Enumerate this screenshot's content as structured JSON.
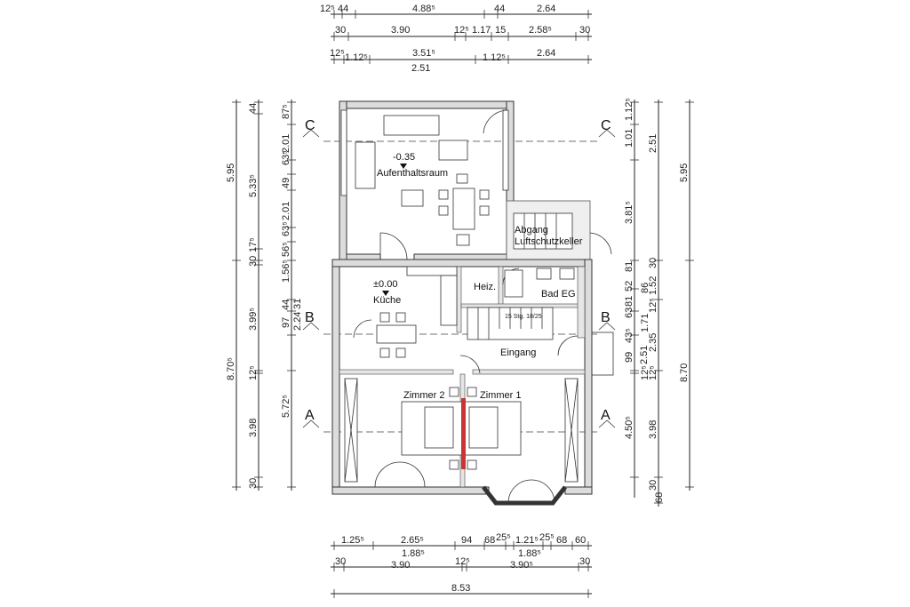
{
  "dims_top": {
    "r1": [
      "12⁵",
      "44",
      "4.88⁵",
      "44",
      "2.64"
    ],
    "r2": [
      "30",
      "3.90",
      "12⁵",
      "1.17",
      "15",
      "2.58⁵",
      "30"
    ],
    "r3": [
      "12⁵",
      "1.12⁵",
      "3.51⁵",
      "1.12⁵",
      "2.64"
    ],
    "r3b": "2.51"
  },
  "dims_bottom": {
    "r1": [
      "1.25⁵",
      "2.65⁵",
      "94",
      "68",
      "25⁵",
      "1.21⁵",
      "25⁵",
      "68",
      "60"
    ],
    "r1b": [
      "1.88⁵",
      "1.88⁵"
    ],
    "r2": [
      "30",
      "3.90",
      "12⁵",
      "3.90⁵",
      "30"
    ],
    "r3": "8.53"
  },
  "dims_left": {
    "c1": [
      "5.95",
      "8.70⁵"
    ],
    "c2": [
      "44",
      "5.33⁵",
      "30",
      "17⁵",
      "3.99⁵",
      "12⁵",
      "3.98",
      "30"
    ],
    "c3": [
      "87⁵",
      "2.01",
      "63⁵",
      "49",
      "2.01",
      "63⁵",
      "56⁵",
      "1.56⁵",
      "44",
      "97",
      "31",
      "2.24",
      "5.72⁵"
    ]
  },
  "dims_right": {
    "c1": [
      "1.12⁵",
      "1.01",
      "3.81⁵",
      "30",
      "81",
      "52",
      "63",
      "81",
      "43⁵",
      "99",
      "2.51",
      "12⁵",
      "4.50⁵",
      "68"
    ],
    "c2": [
      "2.51",
      "1.52",
      "86",
      "12⁵",
      "1.71",
      "2.35",
      "12⁵",
      "3.98",
      "30"
    ],
    "c3": [
      "5.95",
      "8.70"
    ]
  },
  "sections": {
    "a": "A",
    "b": "B",
    "c": "C"
  },
  "rooms": {
    "aufenthalt_level": "-0.35",
    "aufenthalt": "Aufenthaltsraum",
    "kueche_level": "±0.00",
    "kueche": "Küche",
    "heiz": "Heiz.",
    "bad": "Bad EG",
    "eingang": "Eingang",
    "zimmer2": "Zimmer 2",
    "zimmer1": "Zimmer 1",
    "abgang1": "Abgang",
    "abgang2": "Luftschutzkeller",
    "stair": "15 Stg. 18/25"
  }
}
